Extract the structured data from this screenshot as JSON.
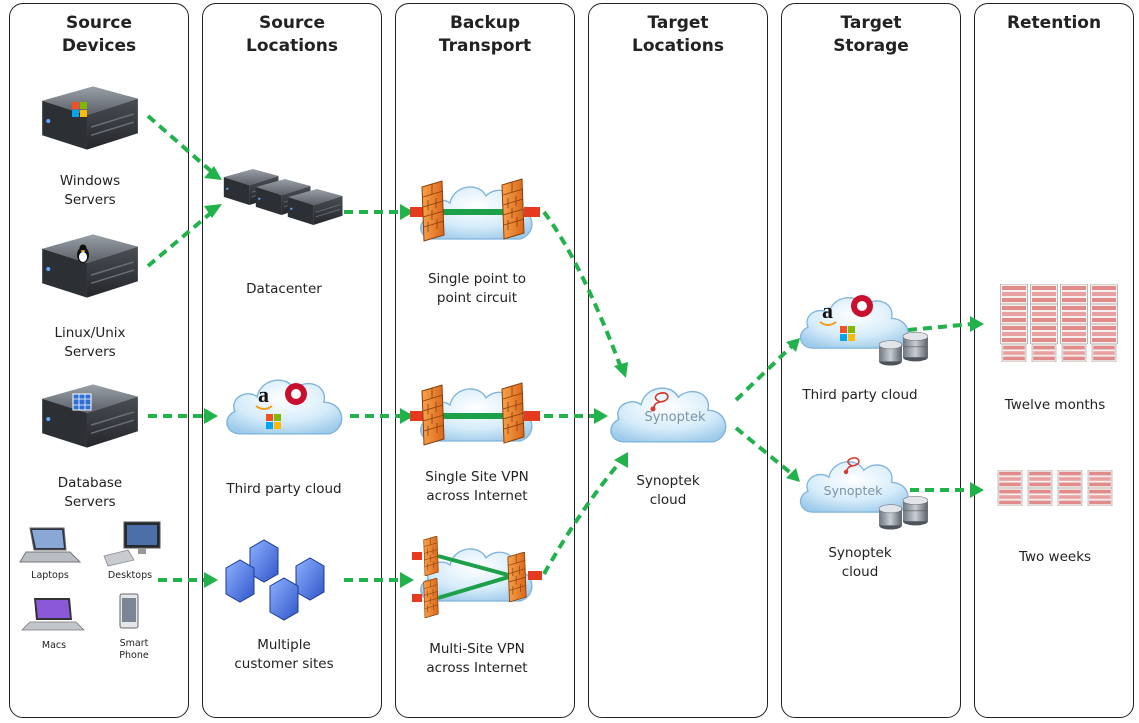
{
  "columns": [
    {
      "title": "Source\nDevices"
    },
    {
      "title": "Source\nLocations"
    },
    {
      "title": "Backup\nTransport"
    },
    {
      "title": "Target\nLocations"
    },
    {
      "title": "Target\nStorage"
    },
    {
      "title": "Retention"
    }
  ],
  "source_devices": {
    "windows": "Windows\nServers",
    "linux": "Linux/Unix\nServers",
    "database": "Database\nServers",
    "laptops": "Laptops",
    "desktops": "Desktops",
    "macs": "Macs",
    "smartphone": "Smart\nPhone"
  },
  "source_locations": {
    "datacenter": "Datacenter",
    "third_party": "Third party cloud",
    "multi_sites": "Multiple\ncustomer sites"
  },
  "transport": {
    "p2p": "Single point to\npoint circuit",
    "single_vpn": "Single Site VPN\nacross Internet",
    "multi_vpn": "Multi-Site VPN\nacross Internet"
  },
  "target_locations": {
    "synoptek_cloud": "Synoptek\ncloud",
    "cloud_logo": "Synoptek"
  },
  "target_storage": {
    "third_party": "Third party cloud",
    "synoptek": "Synoptek\ncloud",
    "cloud_logo": "Synoptek"
  },
  "retention": {
    "twelve_months": "Twelve months",
    "two_weeks": "Two weeks"
  },
  "colors": {
    "arrow": "#22b24c",
    "cloud": "#bfe0f5",
    "firewall": "#f08a2c",
    "server": "#3b3e44",
    "link": "#1da04a"
  }
}
